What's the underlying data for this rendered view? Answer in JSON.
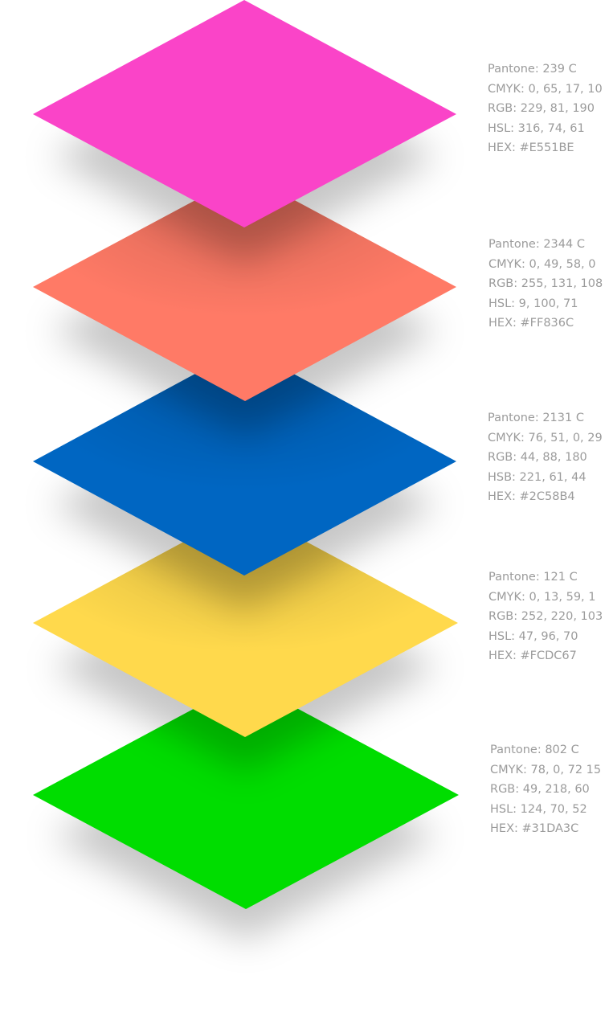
{
  "swatches": [
    {
      "id": "magenta",
      "color": "#FA44C8",
      "lines": [
        "Pantone: 239 C",
        "CMYK: 0, 65, 17, 10",
        "RGB: 229, 81, 190",
        "HSL: 316, 74, 61",
        "HEX: #E551BE"
      ]
    },
    {
      "id": "coral",
      "color": "#FF7A66",
      "lines": [
        "Pantone: 2344 C",
        "CMYK: 0, 49, 58, 0",
        "RGB: 255, 131, 108",
        "HSL: 9, 100, 71",
        "HEX: #FF836C"
      ]
    },
    {
      "id": "blue",
      "color": "#0066C2",
      "lines": [
        "Pantone: 2131 C",
        "CMYK: 76, 51, 0, 29",
        "RGB: 44, 88, 180",
        "HSB: 221, 61, 44",
        "HEX: #2C58B4"
      ]
    },
    {
      "id": "yellow",
      "color": "#FFD94C",
      "lines": [
        "Pantone: 121 C",
        "CMYK: 0, 13, 59, 1",
        "RGB: 252, 220, 103",
        "HSL: 47, 96, 70",
        "HEX: #FCDC67"
      ]
    },
    {
      "id": "green",
      "color": "#00DD00",
      "lines": [
        "Pantone: 802 C",
        "CMYK: 78, 0, 72 15",
        "RGB: 49, 218, 60",
        "HSL: 124, 70, 52",
        "HEX: #31DA3C"
      ]
    }
  ]
}
